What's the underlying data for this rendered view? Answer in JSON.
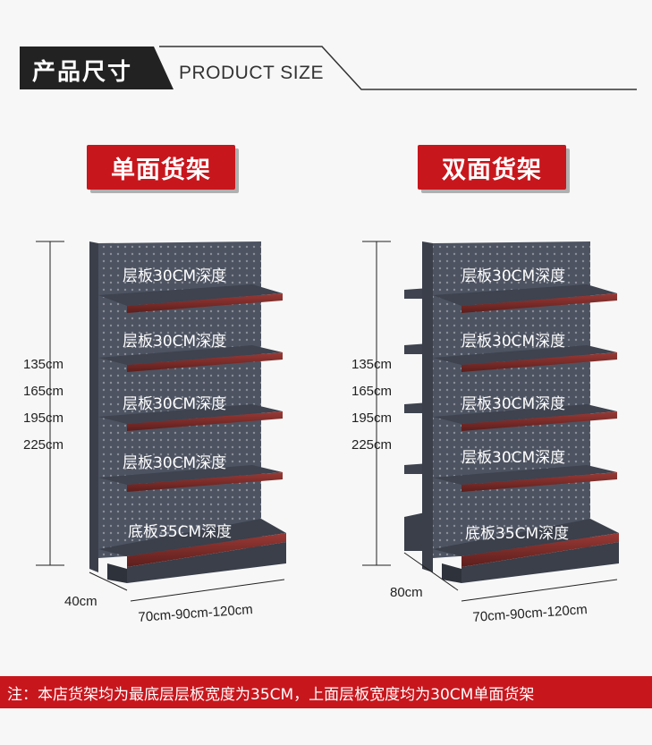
{
  "header": {
    "title": "产品尺寸",
    "subtitle": "PRODUCT SIZE"
  },
  "sections": {
    "single": {
      "badge": "单面货架",
      "shelves": [
        "层板30CM深度",
        "层板30CM深度",
        "层板30CM深度",
        "层板30CM深度"
      ],
      "base": "底板35CM深度",
      "heights": [
        "135cm",
        "165cm",
        "195cm",
        "225cm"
      ],
      "depth": "40cm",
      "width": "70cm-90cm-120cm"
    },
    "double": {
      "badge": "双面货架",
      "shelves": [
        "层板30CM深度",
        "层板30CM深度",
        "层板30CM深度",
        "层板30CM深度"
      ],
      "base": "底板35CM深度",
      "heights": [
        "135cm",
        "165cm",
        "195cm",
        "225cm"
      ],
      "depth": "80cm",
      "width": "70cm-90cm-120cm"
    }
  },
  "footer": {
    "note": "注：本店货架均为最底层层板宽度为35CM，上面层板宽度均为30CM单面货架"
  },
  "colors": {
    "accent_red": "#c8161d",
    "shelf_gray": "#4a4f5c",
    "shelf_edge": "#7a2a2a",
    "header_dark": "#222222"
  }
}
